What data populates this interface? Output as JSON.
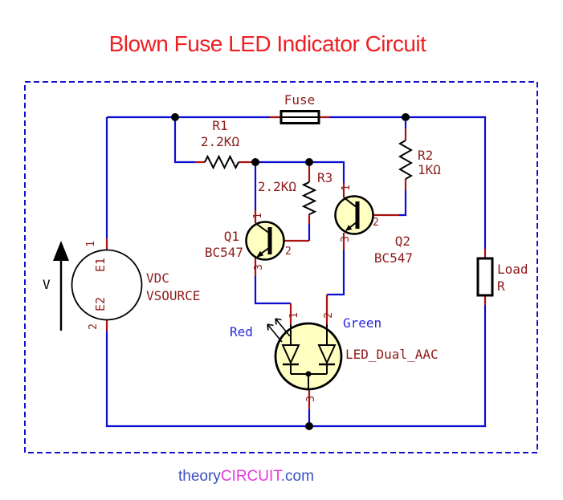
{
  "title": "Blown Fuse LED Indicator Circuit",
  "footer": {
    "theory": "theory",
    "circuit": "CIRCUIT",
    "com": ".com"
  },
  "colors": {
    "wire_blue": "#0d0dd0",
    "pin_red": "#aa1111",
    "label_dark_red": "#8e1a1a",
    "net_label_blue": "#2626dd",
    "title_red": "#ee2024",
    "footer_blue": "#3a50c0",
    "footer_magenta": "#e935dc",
    "component_body_fill": "#ffffc2",
    "border_blue": "#1212cc"
  },
  "components": {
    "fuse": {
      "label": "Fuse"
    },
    "r1": {
      "ref": "R1",
      "value": "2.2KΩ"
    },
    "r2": {
      "ref": "R2",
      "value": "1KΩ"
    },
    "r3": {
      "ref": "R3",
      "value": "2.2KΩ"
    },
    "q1": {
      "ref": "Q1",
      "value": "BC547",
      "pin1": "1",
      "pin2": "2",
      "pin3": "3"
    },
    "q2": {
      "ref": "Q2",
      "value": "BC547",
      "pin1": "1",
      "pin2": "2",
      "pin3": "3"
    },
    "led": {
      "value": "LED_Dual_AAC",
      "red_label": "Red",
      "green_label": "Green",
      "pin1": "1",
      "pin2": "2",
      "pin3": "3"
    },
    "vsource": {
      "line1": "VDC",
      "line2": "VSOURCE",
      "pin1": "1",
      "pin2": "2",
      "e1": "E1",
      "e2": "E2",
      "arrow_label": "V"
    },
    "load": {
      "line1": "Load",
      "line2": "R"
    }
  }
}
